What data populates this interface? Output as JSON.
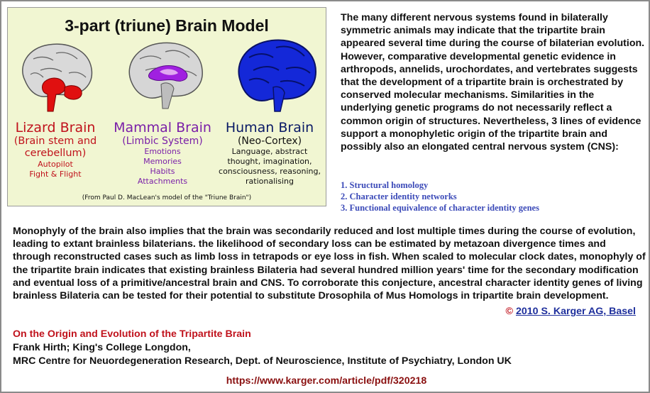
{
  "panel": {
    "title": "3-part (triune) Brain Model",
    "lizard": {
      "name": "Lizard Brain",
      "sub1": "(Brain stem and",
      "sub2": "cerebellum)",
      "desc1": "Autopilot",
      "desc2": "Fight & Flight"
    },
    "mammal": {
      "name": "Mammal Brain",
      "sub": "(Limbic System)",
      "desc1": "Emotions",
      "desc2": "Memories",
      "desc3": "Habits",
      "desc4": "Attachments"
    },
    "human": {
      "name": "Human Brain",
      "sub": "(Neo-Cortex)",
      "desc1": "Language, abstract",
      "desc2": "thought, imagination,",
      "desc3": "consciousness, reasoning,",
      "desc4": "rationalising"
    },
    "credit": "(From Paul D. MacLean's model of the \"Triune Brain\")",
    "colors": {
      "lizard": "#c0121c",
      "mammal": "#7a1fa8",
      "human": "#0a1a66",
      "background": "#f1f6d2"
    }
  },
  "right_text": "The many different nervous systems found in bilaterally symmetric animals may indicate that the tripartite brain appeared several time during the course of bilaterian evolution. However, comparative developmental genetic evidence in arthropods, annelids, urochordates, and vertebrates suggests that the development of a tripartite brain is orchestrated by conserved molecular mechanisms. Similarities in the underlying genetic programs do not necessarily reflect a common origin of structures. Nevertheless, 3 lines of evidence support a monophyletic origin of the tripartite brain and possibly also an elongated central nervous system (CNS):",
  "evidence": [
    "1. Structural homology",
    "2. Character identity networks",
    "3. Functional equivalence of character identity genes"
  ],
  "main_text": "Monophyly of the brain also implies that the brain was secondarily reduced and lost multiple times during the course of evolution, leading to extant brainless bilaterians. the likelihood of secondary loss can be estimated by metazoan divergence times and through reconstructed cases such as limb loss in tetrapods or eye loss in fish. When scaled to molecular clock dates, monophyly of the tripartite brain indicates that existing brainless Bilateria had several hundred million years' time for the secondary modification and eventual loss of a primitive/ancestral brain and CNS. To corroborate this conjecture, ancestral character identity genes of living brainless Bilateria can be tested for their potential to substitute Drosophila of Mus Homologs in tripartite brain development.",
  "copyright": {
    "symbol": "©",
    "link": "2010 S. Karger AG, Basel"
  },
  "reference": {
    "title": "On the Origin and Evolution of the Tripartite Brain",
    "author": "Frank Hirth; King's College Longdon,",
    "institution": "MRC Centre for Neuordegeneration Research, Dept. of Neuroscience, Institute of Psychiatry, London UK",
    "url": "https://www.karger.com/article/pdf/320218"
  }
}
